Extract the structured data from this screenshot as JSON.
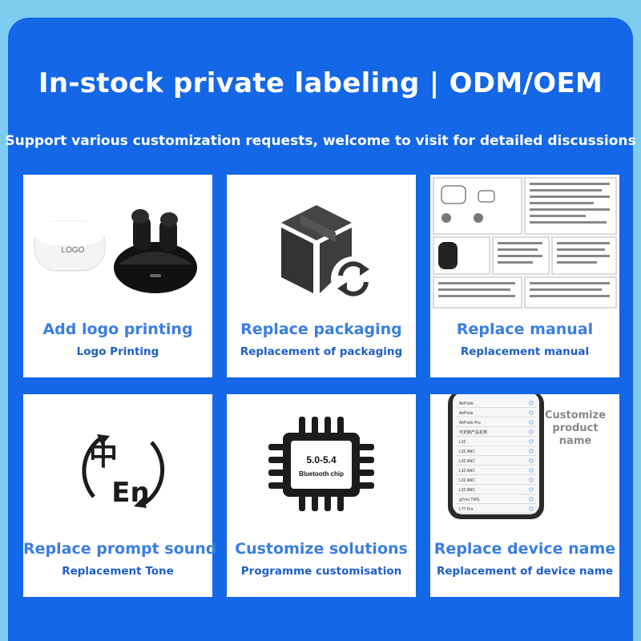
{
  "header": {
    "title": "In-stock private labeling | ODM/OEM",
    "subtitle": "Support various customization requests, welcome to visit for detailed discussions"
  },
  "cards": [
    {
      "title": "Add logo printing",
      "subtitle": "Logo Printing",
      "art_text": "LOGO"
    },
    {
      "title": "Replace packaging",
      "subtitle": "Replacement of packaging"
    },
    {
      "title": "Replace manual",
      "subtitle": "Replacement manual"
    },
    {
      "title": "Replace prompt sound",
      "subtitle": "Replacement Tone",
      "art_text_1": "中",
      "art_text_2": "En"
    },
    {
      "title": "Customize solutions",
      "subtitle": "Programme customisation",
      "art_text_1": "5.0-5.4",
      "art_text_2": "Bluetooth chip"
    },
    {
      "title": "Replace device name",
      "subtitle": "Replacement of device name",
      "art_text": "Customize product name",
      "phone_rows": [
        "AirPods",
        "AirPods",
        "AirPods Pro",
        "可定制产品名称",
        "L32",
        "L32 ANC",
        "L32 ANC",
        "L32 ANC",
        "L32 ANC",
        "L32 ANC",
        "gYnrs TWS",
        "L?? Pro"
      ]
    }
  ],
  "colors": {
    "background": "#7ecdf0",
    "panel": "#1467e6",
    "card_title": "#3a7ee0",
    "card_subtitle": "#1d5ec9"
  },
  "icons": [
    "earbuds-image",
    "package-refresh-icon",
    "manual-collage-image",
    "language-switch-icon",
    "chip-icon",
    "phone-bluetooth-list-image"
  ]
}
